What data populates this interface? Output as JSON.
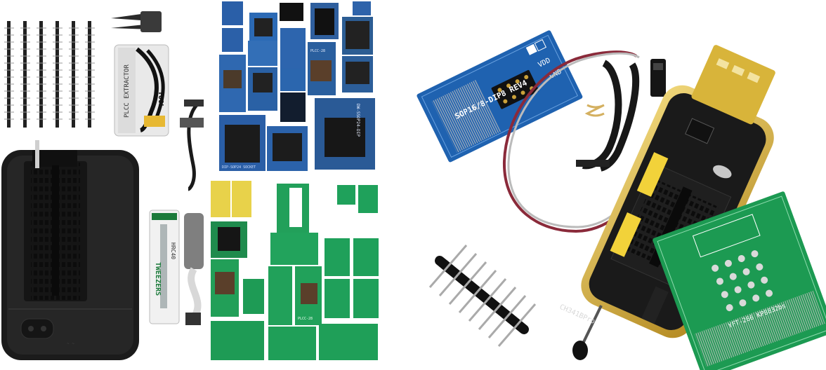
{
  "left_panel": {
    "plcc_tool_text": "PLCC EXTRACTOR",
    "plcc_tool_brand": "TOOL",
    "tweezers_label": "TWEEZERS",
    "tweezers_model": "HRC40",
    "adapter_label_1": "DIP-SOP24 SOCKET",
    "adapter_label_2": "DW-SSOP24-DIP",
    "adapter_label_3": "PLCC-28",
    "adapter_label_4": "PLCC-28"
  },
  "right_panel": {
    "blue_board_label": "SOP16/8-DIP8 REV4",
    "blue_board_vdd": "VDD",
    "blue_board_gnd": "GND",
    "programmer_label": "CH341BPro",
    "green_board_label": "YFT-266 KP8832bs"
  },
  "colors": {
    "pcb_blue": "#1f62b0",
    "pcb_green": "#1c9a52",
    "programmer_black": "#1a1a1a",
    "usb_gold": "#d8b43a",
    "wire_red": "#8a2a3a"
  }
}
